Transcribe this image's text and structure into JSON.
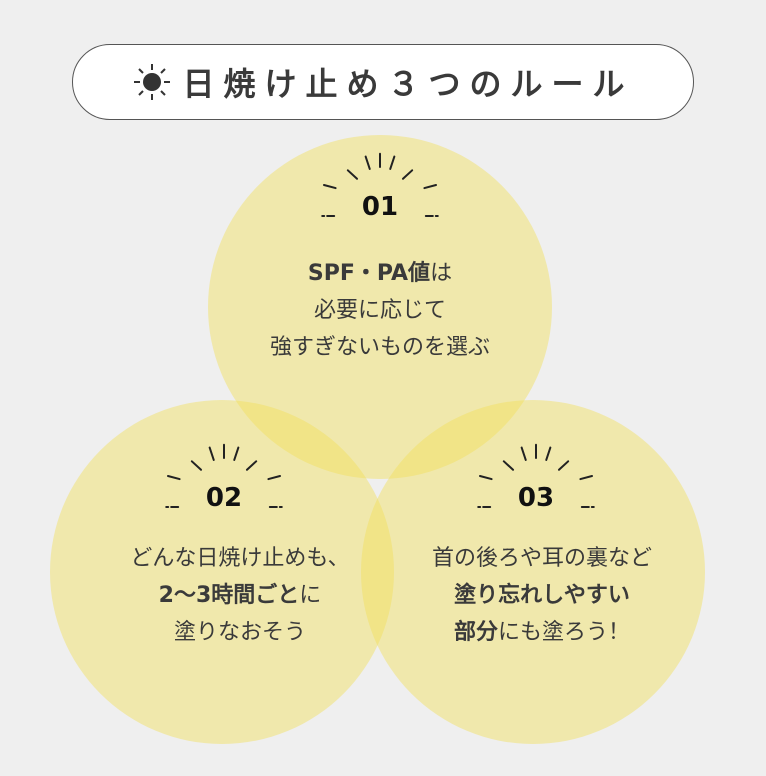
{
  "title": "日焼け止め３つのルール",
  "colors": {
    "circle": "#f2e15a",
    "background": "#efefef",
    "text": "#3a3a3a"
  },
  "rules": [
    {
      "number": "01",
      "lines": [
        [
          {
            "t": "SPF・PA値",
            "b": true
          },
          {
            "t": "は",
            "b": false
          }
        ],
        [
          {
            "t": "必要に応じて",
            "b": false
          }
        ],
        [
          {
            "t": "強すぎないものを選ぶ",
            "b": false
          }
        ]
      ]
    },
    {
      "number": "02",
      "lines": [
        [
          {
            "t": "どんな日焼け止めも、",
            "b": false
          }
        ],
        [
          {
            "t": "2〜3時間ごと",
            "b": true
          },
          {
            "t": "に",
            "b": false
          }
        ],
        [
          {
            "t": "塗りなおそう",
            "b": false
          }
        ]
      ]
    },
    {
      "number": "03",
      "lines": [
        [
          {
            "t": "首の後ろや耳の裏など",
            "b": false
          }
        ],
        [
          {
            "t": "塗り忘れしやすい",
            "b": true
          }
        ],
        [
          {
            "t": "部分",
            "b": true
          },
          {
            "t": "にも塗ろう！",
            "b": false
          }
        ]
      ]
    }
  ]
}
